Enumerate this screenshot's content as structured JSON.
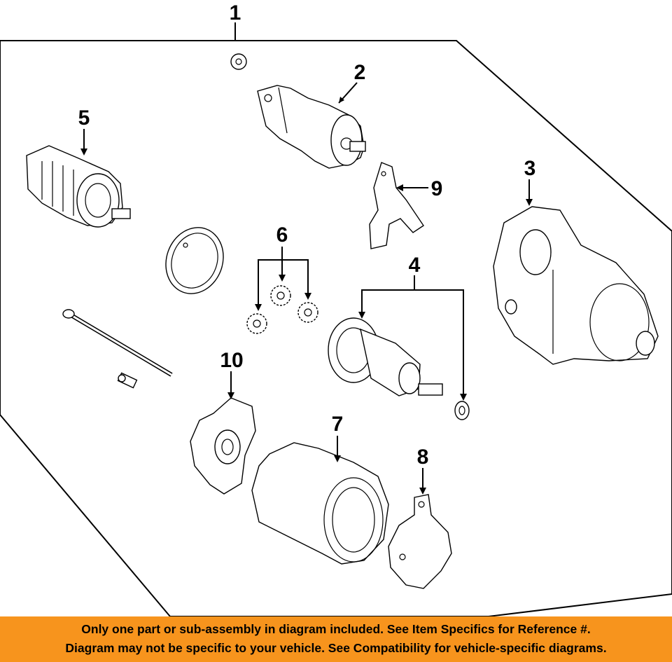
{
  "diagram": {
    "part_numbers": {
      "p1": "1",
      "p2": "2",
      "p3": "3",
      "p4": "4",
      "p5": "5",
      "p6": "6",
      "p7": "7",
      "p8": "8",
      "p9": "9",
      "p10": "10"
    }
  },
  "notice": {
    "line1": "Only one part or sub-assembly in diagram included. See Item Specifics for Reference #.",
    "line2": "Diagram may not be specific to your vehicle. See Compatibility for vehicle-specific diagrams.",
    "background_color": "#f7941d"
  }
}
